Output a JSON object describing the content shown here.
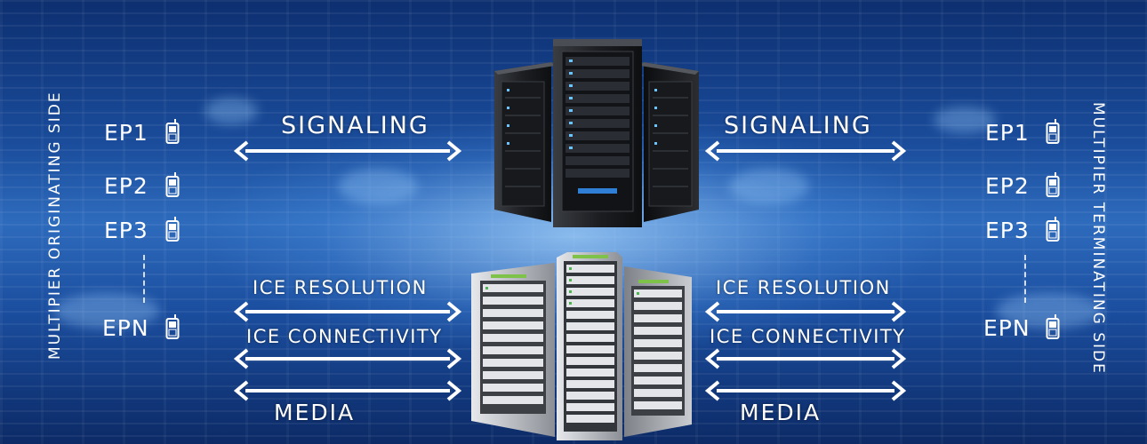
{
  "left_side_label": "MULTIPIER ORIGINATING SIDE",
  "right_side_label": "MULTIPIER TERMINATING SIDE",
  "endpoints": [
    "EP1",
    "EP2",
    "EP3",
    "EPN"
  ],
  "left_flows": {
    "signaling": "SIGNALING",
    "ice_resolution": "ICE RESOLUTION",
    "ice_connectivity": "ICE CONNECTIVITY",
    "media": "MEDIA"
  },
  "right_flows": {
    "signaling": "SIGNALING",
    "ice_resolution": "ICE RESOLUTION",
    "ice_connectivity": "ICE CONNECTIVITY",
    "media": "MEDIA"
  },
  "icons": {
    "phone": "mobile-phone-icon",
    "signaling_server": "signaling-server-rack-icon",
    "media_server": "media-server-rack-icon"
  },
  "colors": {
    "background": "#1a4c9b",
    "text": "#ffffff",
    "rack_dark": "#16181c",
    "rack_light": "#c9ccd0"
  }
}
